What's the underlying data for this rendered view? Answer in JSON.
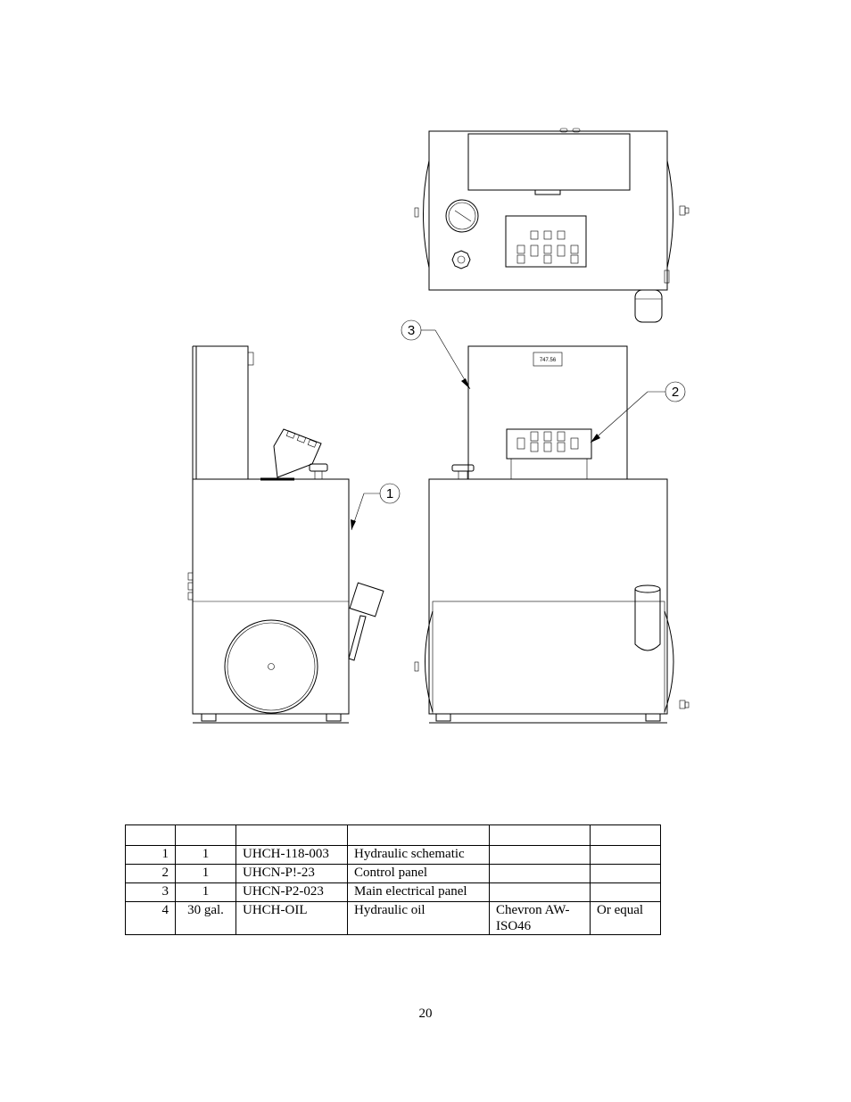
{
  "drawing": {
    "callouts": [
      "1",
      "2",
      "3"
    ],
    "display_readout": "747.56"
  },
  "parts_table": {
    "header": [
      "",
      "",
      "",
      "",
      "",
      ""
    ],
    "rows": [
      {
        "item": "1",
        "qty": "1",
        "part_no": "UHCH-118-003",
        "description": "Hydraulic schematic",
        "manufacturer": "",
        "note": ""
      },
      {
        "item": "2",
        "qty": "1",
        "part_no": "UHCN-P!-23",
        "description": "Control panel",
        "manufacturer": "",
        "note": ""
      },
      {
        "item": "3",
        "qty": "1",
        "part_no": "UHCN-P2-023",
        "description": "Main electrical panel",
        "manufacturer": "",
        "note": ""
      },
      {
        "item": "4",
        "qty": "30 gal.",
        "part_no": "UHCH-OIL",
        "description": "Hydraulic oil",
        "manufacturer": "Chevron AW-ISO46",
        "note": "Or equal"
      }
    ]
  },
  "page_number": "20"
}
